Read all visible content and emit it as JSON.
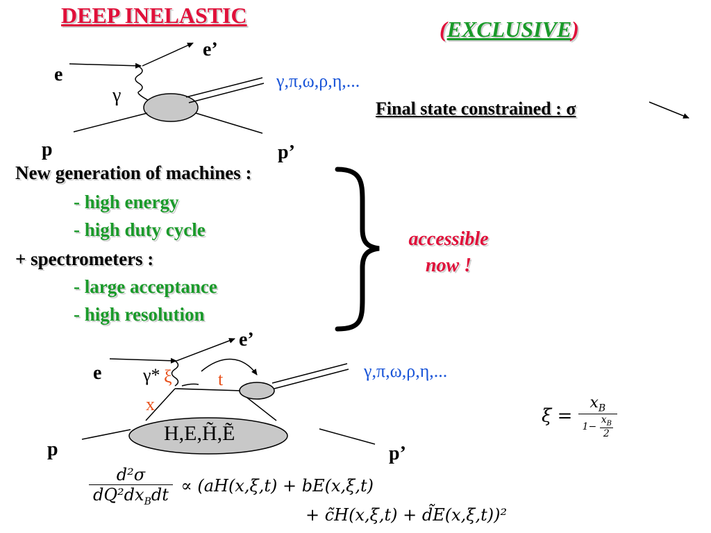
{
  "header": {
    "deep_inelastic": "DEEP INELASTIC",
    "exclusive_open": "(",
    "exclusive_word": "EXCLUSIVE",
    "exclusive_close": ")"
  },
  "diagram1": {
    "electron_in": "e",
    "electron_out": "e’",
    "photon": "γ",
    "proton_in": "p",
    "proton_out": "p’",
    "products": "γ,π,ω,ρ,η,..."
  },
  "final_state": "Final state constrained : σ",
  "machines": {
    "heading": "New generation of machines :",
    "item1": "- high energy",
    "item2": "- high duty cycle",
    "spectro": "+ spectrometers :",
    "item3": "- large acceptance",
    "item4": "- high resolution"
  },
  "accessible": {
    "line1": "accessible",
    "line2": "now !"
  },
  "diagram2": {
    "electron_in": "e",
    "electron_out": "e’",
    "photon": "γ*",
    "xi": "ξ",
    "t": "t",
    "x": "x",
    "proton_in": "p",
    "proton_out": "p’",
    "products": "γ,π,ω,ρ,η,...",
    "gpds": "H,E,H̃,Ẽ"
  },
  "xi_formula": {
    "lhs": "ξ =",
    "num": "x",
    "num_sub": "B",
    "den_prefix": "1−",
    "den_num": "x",
    "den_num_sub": "B",
    "den_den": "2"
  },
  "cross_section": {
    "num": "d²σ",
    "den": "dQ²dx",
    "den_sub": "B",
    "den_tail": "dt",
    "line1": "∝ (aH(x,ξ,t) + bE(x,ξ,t)",
    "line2": "+ c̃H(x,ξ,t) + d̃E(x,ξ,t))²"
  }
}
